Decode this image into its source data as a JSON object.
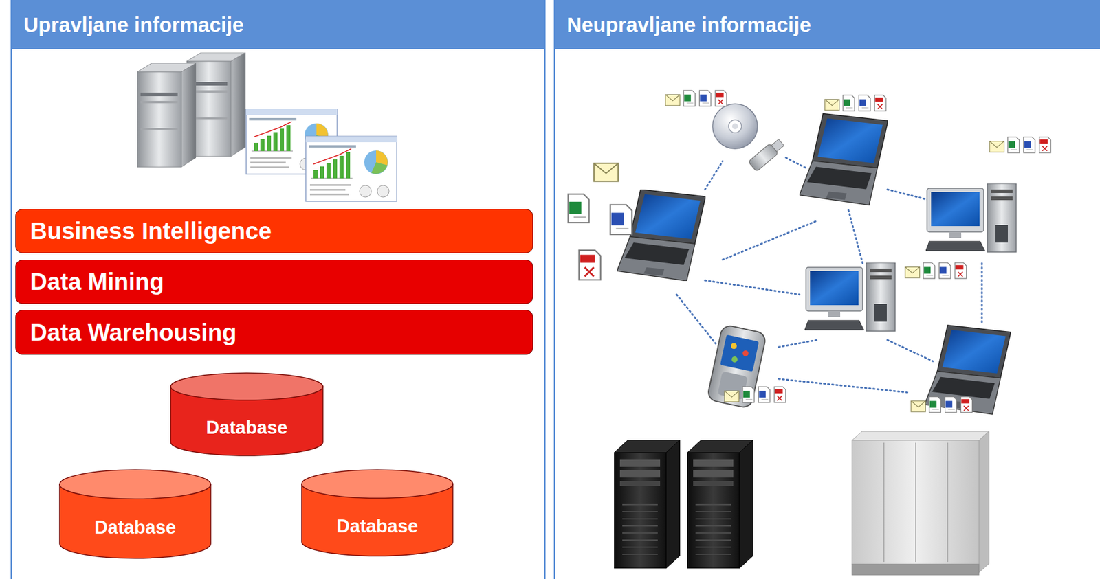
{
  "diagram": {
    "nodes": [
      {
        "text": [
          "Upravljane informacije"
        ]
      },
      {
        "text": [
          "Neupravljane informacije"
        ]
      },
      {
        "text": [
          "Business Intelligence"
        ],
        "in": 0
      },
      {
        "text": [
          "Data Mining"
        ],
        "in": 0
      },
      {
        "text": [
          "Data Warehousing"
        ],
        "in": 0
      },
      {
        "text": [
          "Database"
        ],
        "in": 0
      },
      {
        "text": [
          "Database"
        ],
        "in": 0
      },
      {
        "text": [
          "Database"
        ],
        "in": 0
      }
    ]
  }
}
